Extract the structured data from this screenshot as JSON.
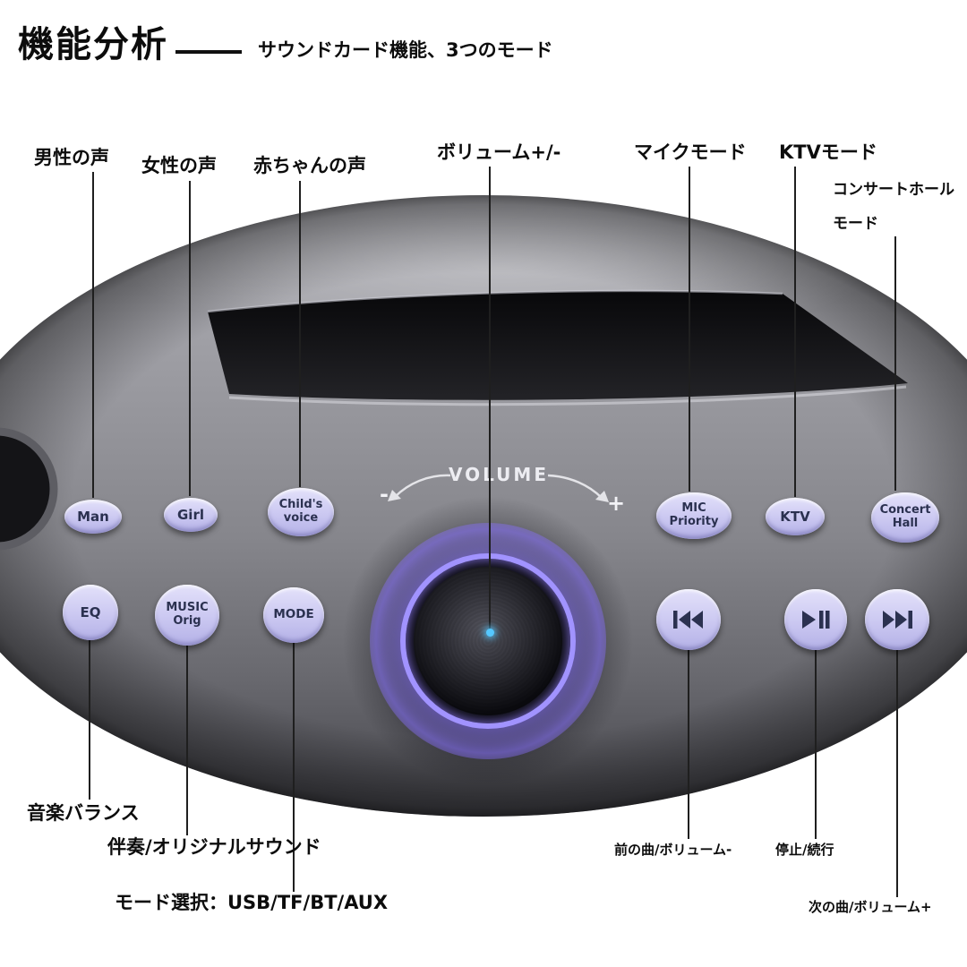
{
  "header": {
    "title": "機能分析",
    "subtitle": "サウンドカード機能、3つのモード"
  },
  "callouts": {
    "male_voice": "男性の声",
    "female_voice": "女性の声",
    "baby_voice": "赤ちゃんの声",
    "volume": "ボリューム+/-",
    "mic_mode": "マイクモード",
    "ktv_mode": "KTVモード",
    "concert_hall_line1": "コンサートホール",
    "concert_hall_line2": "モード",
    "music_balance": "音楽バランス",
    "accompaniment": "伴奏/オリジナルサウンド",
    "mode_select": "モード選択：USB/TF/BT/AUX",
    "prev_track": "前の曲/ボリューム-",
    "stop_resume": "停止/続行",
    "next_track": "次の曲/ボリューム+"
  },
  "knob": {
    "label": "VOLUME",
    "minus": "-",
    "plus": "+"
  },
  "buttons": {
    "man": "Man",
    "girl": "Girl",
    "child_line1": "Child's",
    "child_line2": "voice",
    "mic_line1": "MIC",
    "mic_line2": "Priority",
    "ktv": "KTV",
    "concert_line1": "Concert",
    "concert_line2": "Hall",
    "eq": "EQ",
    "music_line1": "MUSIC",
    "music_line2": "Orig",
    "mode": "MODE"
  },
  "icons": {
    "prev": "skip-previous-icon",
    "play_pause": "play-pause-icon",
    "next": "skip-next-icon"
  },
  "colors": {
    "button_fill": "#cdcaf2",
    "button_text": "#2b3150",
    "led_ring": "#a193ff",
    "center_dot": "#55c8ff",
    "body_top": "#b2b2b8",
    "body_bottom": "#44444a"
  }
}
